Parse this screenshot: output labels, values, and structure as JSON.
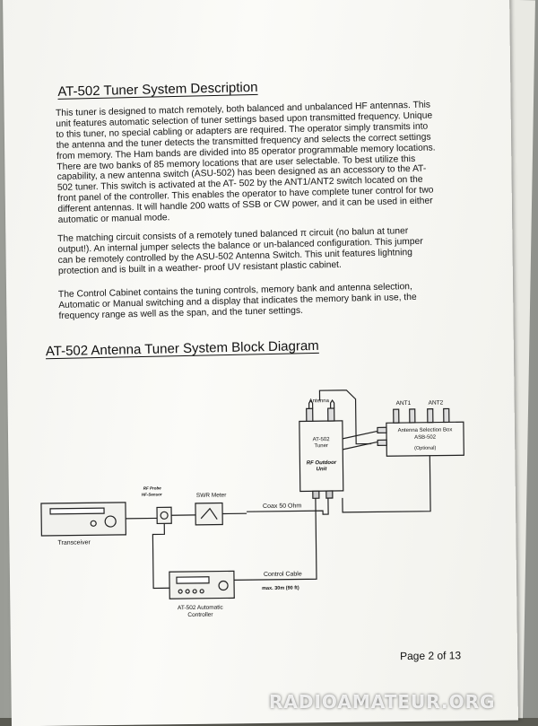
{
  "document": {
    "title": "AT-502 Tuner System Description",
    "paragraphs": [
      "This tuner is designed to match remotely, both balanced and unbalanced HF antennas. This unit features automatic selection of tuner settings based upon transmitted frequency. Unique to this tuner, no special cabling or adapters are required. The operator simply transmits into the antenna and the tuner detects the transmitted frequency and selects the correct settings from memory. The Ham bands are divided into 85 operator programmable memory locations. There are two banks of 85 memory locations that are user selectable. To best utilize this capability, a new antenna switch (ASU-502) has been designed as an accessory to the AT- 502 tuner. This switch is activated at the AT- 502 by the ANT1/ANT2 switch located on the front panel of the controller. This enables the operator to have complete tuner control for two different antennas. It will handle 200 watts of SSB or CW power, and it can be used in either automatic or manual mode.",
      "The matching circuit consists of a remotely tuned balanced π circuit (no balun at tuner output!). An internal jumper selects the balance or un-balanced configuration. This jumper can be remotely controlled by the ASU-502 Antenna Switch. This unit features lightning protection and is built in a weather- proof UV resistant plastic cabinet.",
      "The Control Cabinet contains the tuning controls, memory bank and antenna selection, Automatic or Manual switching and a display that indicates the memory bank in use, the frequency range as well as the span, and the tuner settings."
    ],
    "diagram_title": "AT-502 Antenna Tuner System Block Diagram",
    "page_number": "Page 2 of 13"
  },
  "diagram": {
    "antenna": "Antenna",
    "tuner": [
      "AT-502",
      "Tuner"
    ],
    "tuner_sub": [
      "RF Outdoor",
      "Unit"
    ],
    "ant1": "ANT1",
    "ant2": "ANT2",
    "selection_box": [
      "Antenna Selection Box",
      "ASB-502",
      "(Optional)"
    ],
    "rf_probe": [
      "RF Probe",
      "HF-Sensor"
    ],
    "swr_meter": "SWR Meter",
    "coax": "Coax 50 Ohm",
    "transceiver": "Transceiver",
    "control_cable": "Control Cable",
    "max_length": "max. 30m (90 ft)",
    "controller": [
      "AT-502 Automatic",
      "Controller"
    ]
  },
  "watermark": "RADIOAMATEUR.ORG"
}
